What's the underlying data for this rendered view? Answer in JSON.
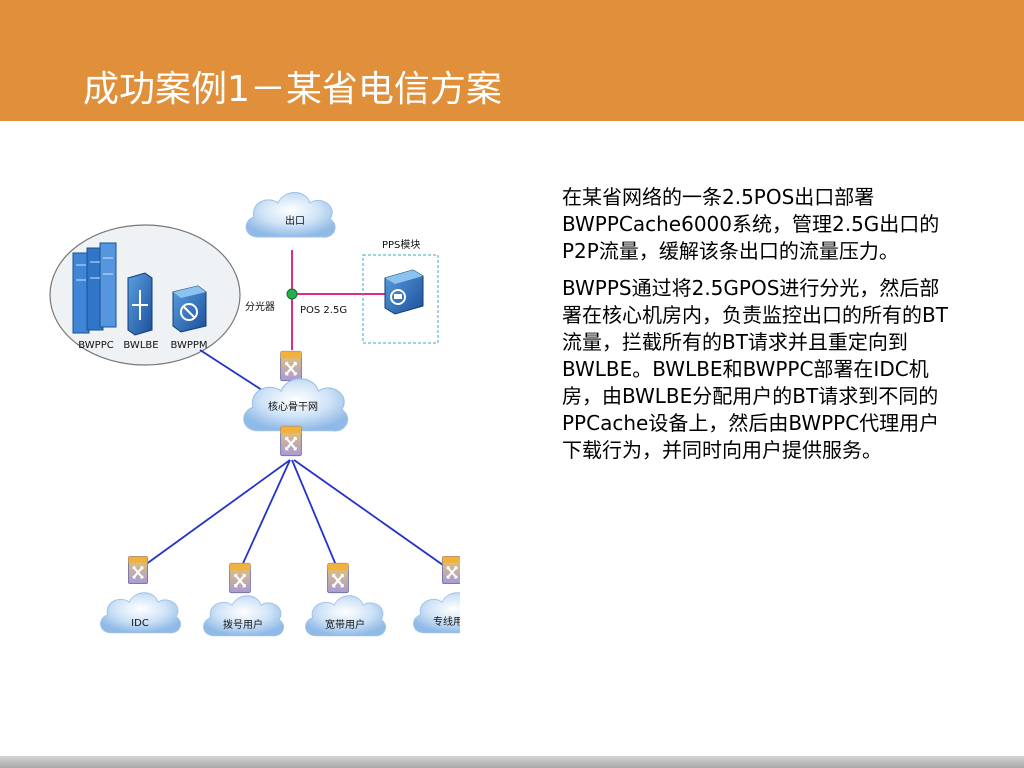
{
  "slide": {
    "title": "成功案例1－某省电信方案"
  },
  "diagram": {
    "egress_cloud": "出口",
    "pps_module_label": "PPS模块",
    "splitter_label": "分光器",
    "link_label": "POS 2.5G",
    "backbone_cloud": "核心骨干网",
    "device_group": [
      "BWPPC",
      "BWLBE",
      "BWPPM"
    ],
    "access_clouds": [
      "IDC",
      "拨号用户",
      "宽带用户",
      "专线用户"
    ],
    "colors": {
      "egress_link": "#e0298a",
      "access_link": "#2233cc",
      "splitter": "#22b14c",
      "module_border": "#3aa9c9"
    }
  },
  "text": {
    "paragraph_1": "在某省网络的一条2.5POS出口部署BWPPCache6000系统，管理2.5G出口的P2P流量，缓解该条出口的流量压力。",
    "paragraph_2": "BWPPS通过将2.5GPOS进行分光，然后部署在核心机房内，负责监控出口的所有的BT流量，拦截所有的BT请求并且重定向到BWLBE。BWLBE和BWPPC部署在IDC机房，由BWLBE分配用户的BT请求到不同的PPCache设备上，然后由BWPPC代理用户下载行为，并同时向用户提供服务。"
  }
}
